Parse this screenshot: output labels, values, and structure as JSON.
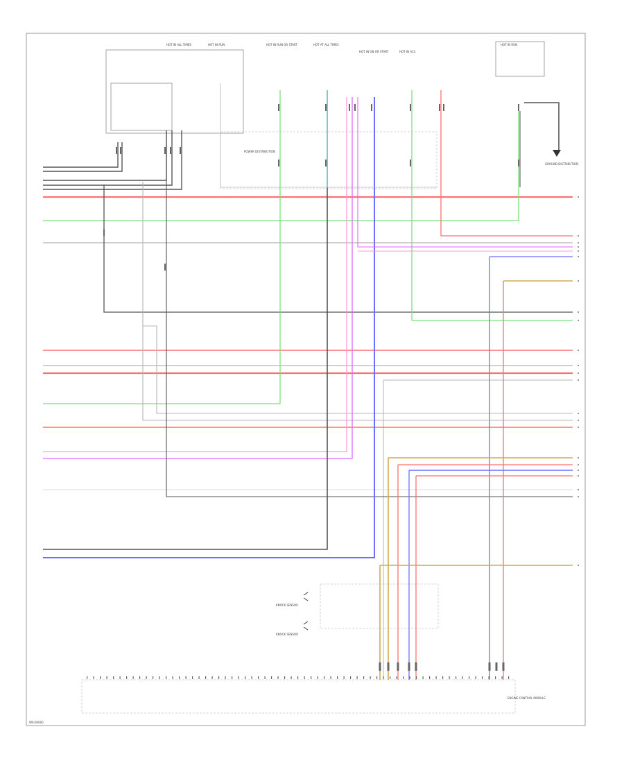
{
  "footer": {
    "code": "W0-00000"
  },
  "colors": {
    "red": "#ff6f6f",
    "black": "#555555",
    "gray": "#b5b5b5",
    "green": "#7be07b",
    "pink": "#ff9bd8",
    "magenta": "#e066ff",
    "blue": "#6f6fff",
    "tan": "#d2a94f",
    "cyan": "#6fe6e6",
    "white": "#dddddd"
  },
  "top_labels": [
    "HOT IN ALL TIMES",
    "HOT IN RUN",
    "HOT IN RUN OR START",
    "HOT AT ALL TIMES",
    "HOT IN ON OR START",
    "HOT IN ACC",
    "HOT IN RUN"
  ],
  "components": {
    "ground": "GROUND DISTRIBUTION",
    "power": "POWER DISTRIBUTION",
    "module": "ENGINE CONTROL MODULE",
    "sensor_a": "KNOCK SENSOR",
    "sensor_b": "KNOCK SENSOR"
  },
  "icons": {
    "ground": "ground-arrow-icon",
    "switch": "ignition-switch-icon",
    "fuse": "fuse-icon",
    "connector": "connector-pin-icon"
  }
}
